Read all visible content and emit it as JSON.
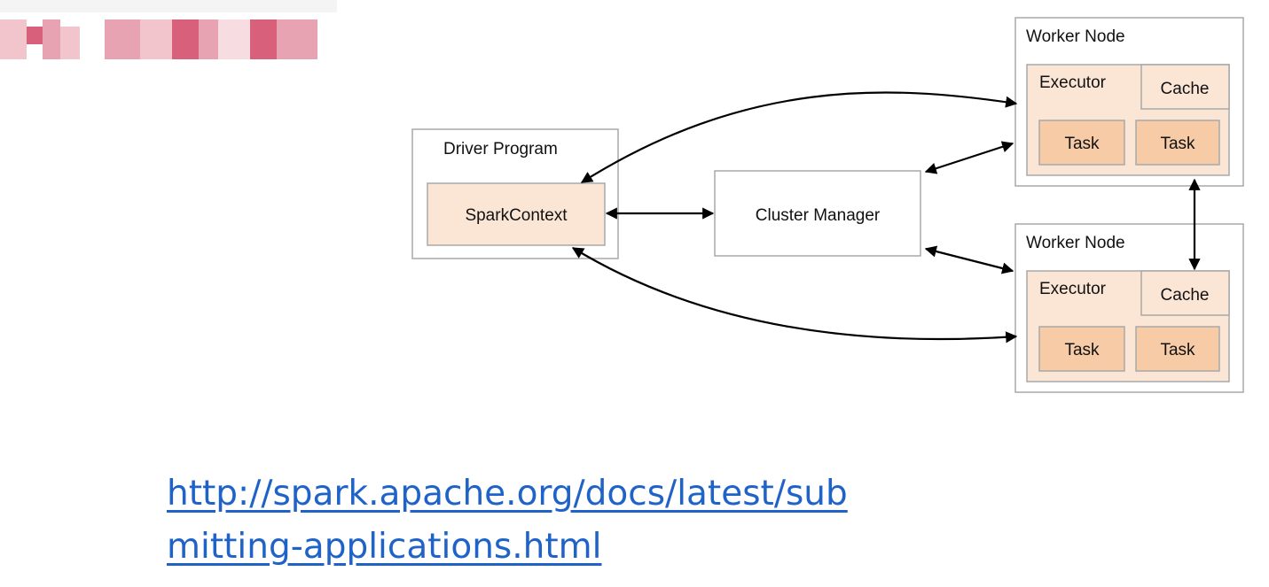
{
  "colors": {
    "box_fill": "#fbe6d6",
    "box_stroke": "#a8a8a8",
    "task_fill": "#f7cba6",
    "link": "#1f63c8",
    "logo": [
      "#e8a3b2",
      "#f2c4cc",
      "#d9607a",
      "#f7dde2"
    ]
  },
  "logo": {
    "icon": "blurred-logo-icon"
  },
  "diagram": {
    "driver": {
      "title": "Driver Program",
      "context": "SparkContext"
    },
    "cluster_manager": "Cluster Manager",
    "workers": [
      {
        "title": "Worker Node",
        "executor": "Executor",
        "cache": "Cache",
        "tasks": [
          "Task",
          "Task"
        ]
      },
      {
        "title": "Worker Node",
        "executor": "Executor",
        "cache": "Cache",
        "tasks": [
          "Task",
          "Task"
        ]
      }
    ]
  },
  "link": {
    "line1": "http://spark.apache.org/docs/latest/sub",
    "line2": "mitting-applications.html"
  }
}
